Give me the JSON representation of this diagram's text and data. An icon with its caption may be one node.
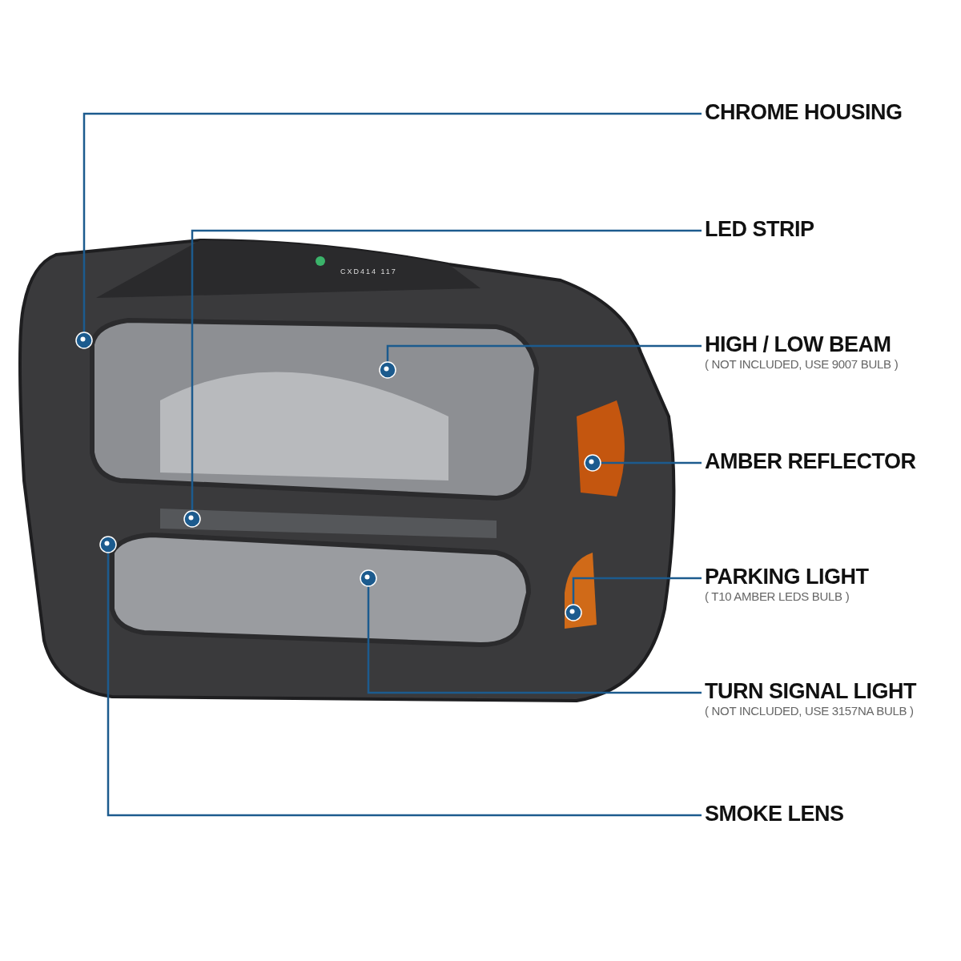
{
  "diagram": {
    "nodes": [
      {
        "text": [
          "CHROME HOUSING"
        ]
      },
      {
        "text": [
          "LED STRIP"
        ]
      },
      {
        "text": [
          "HIGH / LOW BEAM",
          "( NOT INCLUDED, USE  9007  BULB )"
        ]
      },
      {
        "text": [
          "AMBER REFLECTOR"
        ]
      },
      {
        "text": [
          "PARKING LIGHT",
          "( T10 AMBER LEDS BULB )"
        ]
      },
      {
        "text": [
          "TURN SIGNAL LIGHT",
          "( NOT INCLUDED, USE  3157NA  BULB )"
        ]
      },
      {
        "text": [
          "SMOKE LENS"
        ]
      }
    ],
    "edges": [
      {
        "from": 0,
        "to": null,
        "arrow": "other"
      },
      {
        "from": 1,
        "to": null,
        "arrow": "other"
      },
      {
        "from": 2,
        "to": null,
        "arrow": "other"
      },
      {
        "from": 3,
        "to": null,
        "arrow": "other"
      },
      {
        "from": 4,
        "to": null,
        "arrow": "other"
      },
      {
        "from": 5,
        "to": null,
        "arrow": "other"
      },
      {
        "from": 6,
        "to": null,
        "arrow": "other"
      }
    ],
    "labels": [
      "CXD414  117"
    ]
  }
}
